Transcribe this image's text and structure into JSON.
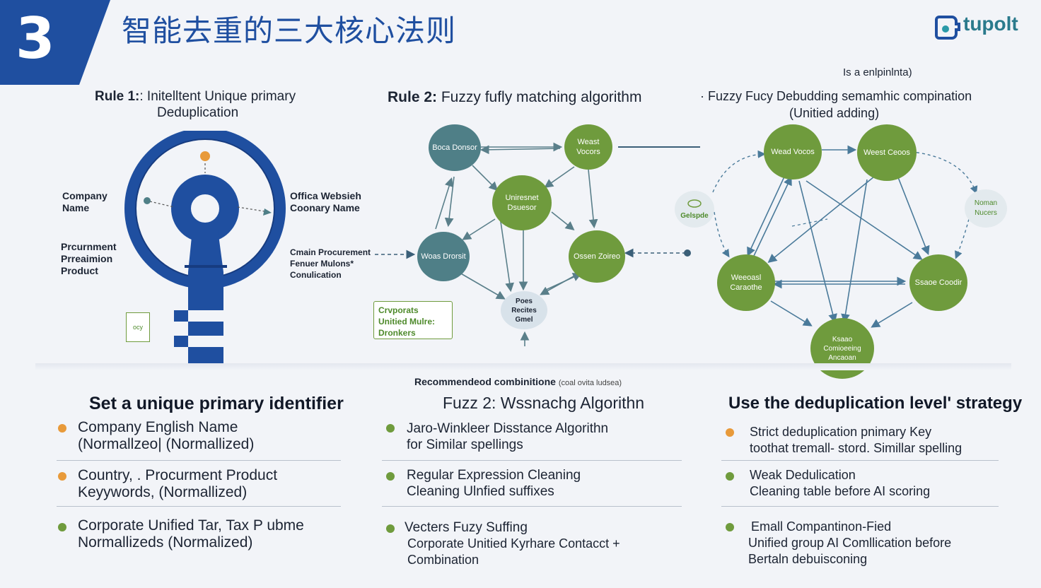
{
  "header": {
    "number": "3",
    "title": "智能去重的三大核心法则",
    "logo_text": "tupolt"
  },
  "top_note": "Is a enlpinlnta)",
  "rules": {
    "rule1": {
      "prefix": "Rule 1:",
      "text": ": Initelltent Unique primary",
      "text2": "Deduplication"
    },
    "rule2": {
      "prefix": "Rule 2:",
      "text": "Fuzzy fufly matching algorithm"
    },
    "rule3": {
      "text": "· Fuzzy Fucy Debudding semamhic compination",
      "text2": "(Unitied adding)"
    }
  },
  "key_labels": {
    "company_name": [
      "Company",
      "Name"
    ],
    "procurement": [
      "Prcurnment",
      "Prreaimion",
      "Product"
    ],
    "official_website": [
      "Offica Websieh",
      "Coonary Name"
    ],
    "email_procurement": [
      "Cmain Procurement",
      "Fenuer Mulons*",
      "Conulication"
    ],
    "small_icon": "ocy"
  },
  "network2": {
    "nodes": [
      "Boca Donsor",
      "Weast Vocors",
      "Uniresnet Dsuesor",
      "Woas Drorsit",
      "Ossen Zoireo",
      "Poes Recites Gmel"
    ],
    "box_lines": [
      "Crvporats",
      "Unitied Mulre:",
      "Dronkers"
    ],
    "bottom_label": "Recommendeod combinitione",
    "bottom_label_small": "(coal ovita ludsea)"
  },
  "network3": {
    "nodes": [
      "Wead Vocos",
      "Weest Ceoos",
      "Weeoasl Caraothe",
      "Ssaoe Coodir",
      "Ksaao Comioeeing Ancaoan"
    ],
    "side_left": [
      "Gelspde"
    ],
    "side_right": [
      "Noman",
      "Nucers"
    ]
  },
  "sections": {
    "left": {
      "title": "Set a unique primary identifier",
      "items": [
        {
          "line1": "Company English Name",
          "line2": "(Normallzeo| (Normallized)",
          "bullet": "orange"
        },
        {
          "line1": "Country, . Procurment Product",
          "line2": "Keyywords, (Normallized)",
          "bullet": "orange"
        },
        {
          "line1": "Corporate Unified Tar, Tax P ubme",
          "line2": "Normallizeds  (Normalized)",
          "bullet": "green"
        }
      ]
    },
    "middle": {
      "title": "Fuzz 2: Wssnachg Algorithn",
      "items": [
        {
          "line1": "Jaro-Winkleer Disstance Algorithn",
          "line2": "for Similar spellings",
          "bullet": "green"
        },
        {
          "line1": "Regular Expression Cleaning",
          "line2": "Cleaning Ulnfied suffixes",
          "bullet": "green"
        },
        {
          "line1": "Vecters Fuzy Suffing",
          "line2": "Corporate Unitied  Kyrhare  Contacct +",
          "line3": "Combination",
          "bullet": "green"
        }
      ]
    },
    "right": {
      "title": "Use the deduplication level' strategy",
      "items": [
        {
          "line1": "Strict deduplication pnimary Key",
          "line2": "toothat tremall- stord. Simillar spelling",
          "bullet": "orange"
        },
        {
          "line1": "Weak Dedulication",
          "line2": "Cleaning table before AI  scoring",
          "bullet": "green"
        },
        {
          "line1": "Emall Compantinon-Fied",
          "line2": "Unified group AI Comllication before",
          "line3": "Bertaln debuisconing",
          "bullet": "green"
        }
      ]
    }
  },
  "colors": {
    "navy": "#1f4fa0",
    "teal": "#4f7f87",
    "green": "#6f9b3d",
    "orange": "#e89a3a"
  }
}
